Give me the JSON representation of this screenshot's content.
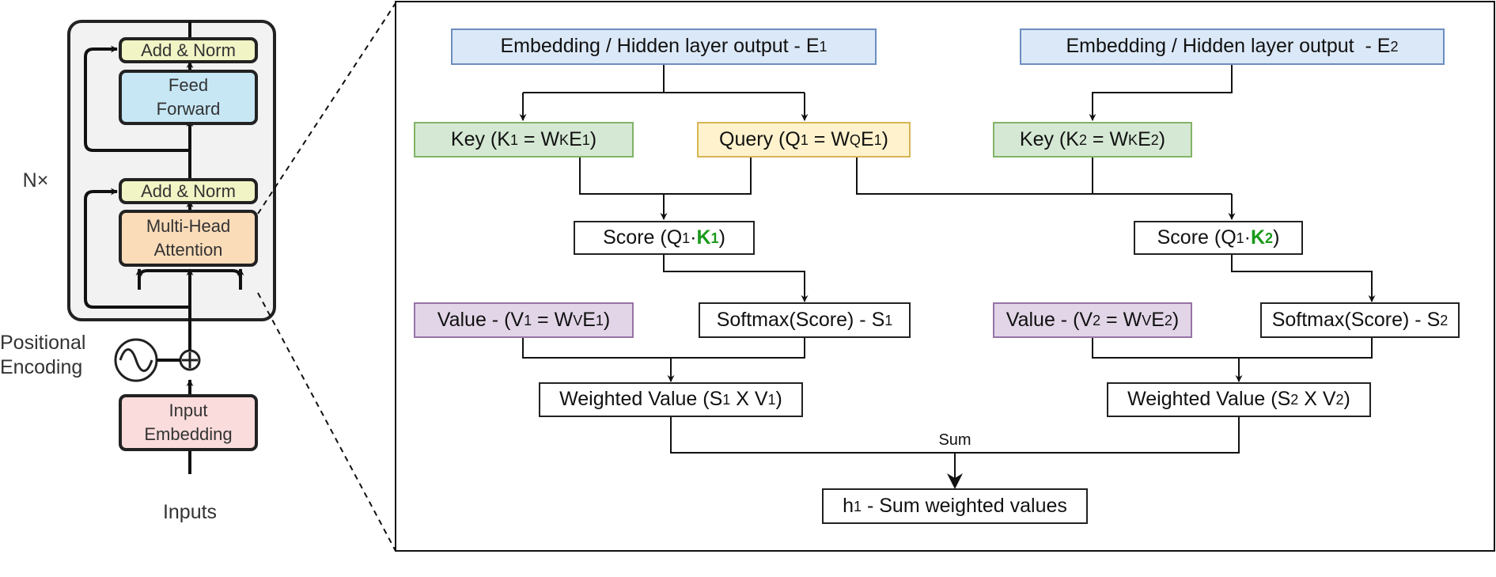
{
  "transformer": {
    "nx_label": "N×",
    "add_norm_top": "Add & Norm",
    "feed_forward": [
      "Feed",
      "Forward"
    ],
    "add_norm_bottom": "Add & Norm",
    "multi_head_attention": [
      "Multi-Head",
      "Attention"
    ],
    "positional_encoding": [
      "Positional",
      "Encoding"
    ],
    "input_embedding": [
      "Input",
      "Embedding"
    ],
    "inputs": "Inputs"
  },
  "detail": {
    "embedding1": {
      "text": "Embedding / Hidden layer output - E",
      "sub": "1"
    },
    "embedding2": {
      "text": "Embedding / Hidden layer output  - E",
      "sub": "2"
    },
    "key1": {
      "pre": "Key (K",
      "sub1": "1",
      "mid": " = W",
      "sup": "K",
      "e": "E",
      "sub2": "1",
      "post": ")"
    },
    "query1": {
      "pre": "Query (Q",
      "sub1": "1",
      "mid": " = W",
      "sup": "Q",
      "e": "E",
      "sub2": "1",
      "post": ")"
    },
    "key2": {
      "pre": "Key (K",
      "sub1": "2",
      "mid": " = W",
      "sup": "K",
      "e": "E",
      "sub2": "2",
      "post": ")"
    },
    "score1": {
      "pre": "Score (Q",
      "sub1": "1",
      "dot": "·",
      "k": "K",
      "sub2": "1",
      "post": ")"
    },
    "score2": {
      "pre": "Score (Q",
      "sub1": "1",
      "dot": "·",
      "k": "K",
      "sub2": "2",
      "post": ")"
    },
    "value1": {
      "pre": "Value - (V",
      "sub1": "1",
      "mid": " = W",
      "sup": "V",
      "e": "E",
      "sub2": "1",
      "post": ")"
    },
    "value2": {
      "pre": "Value - (V",
      "sub1": "2",
      "mid": " = W",
      "sup": "V",
      "e": "E",
      "sub2": "2",
      "post": ")"
    },
    "softmax1": {
      "text": "Softmax(Score) - S",
      "sub": "1"
    },
    "softmax2": {
      "text": "Softmax(Score) - S",
      "sub": "2"
    },
    "weighted1": {
      "pre": "Weighted Value (S",
      "sub1": "1",
      "mid": " X V",
      "sub2": "1",
      "post": ")"
    },
    "weighted2": {
      "pre": "Weighted Value (S",
      "sub1": "2",
      "mid": " X V",
      "sub2": "2",
      "post": ")"
    },
    "sum_label": "Sum",
    "h1": {
      "pre": "h",
      "sub": "1",
      "post": " - Sum weighted values"
    }
  },
  "colors": {
    "embedding": "#dbe8f7",
    "key": "#d5e8d4",
    "query": "#fff2cc",
    "value": "#e1d5e7",
    "add_norm": "#f1f4c4",
    "feed_forward": "#c7e7f5",
    "attention": "#fbdcb9",
    "input_embedding": "#fbdcdc",
    "highlight": "#1a9a1a"
  }
}
